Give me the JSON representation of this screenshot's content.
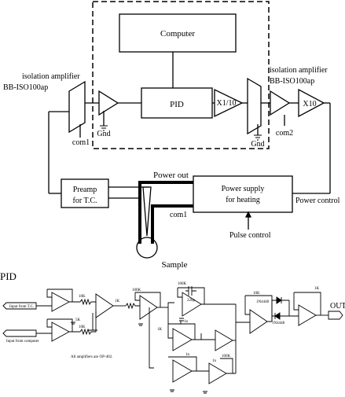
{
  "block_diagram": {
    "computer": "Computer",
    "pid": "PID",
    "x_one_tenth": "X1/10",
    "x_ten": "X10",
    "isolation_left": "isolation amplifier",
    "isolation_left_model": "BB-ISO100ap",
    "isolation_right": "isolation amplifier",
    "isolation_right_model": "BB-ISO100ap",
    "gnd_left": "Gnd",
    "gnd_right": "Gnd",
    "com1_left": "com1",
    "com2": "com2",
    "com1_bottom": "com1",
    "power_out": "Power out",
    "preamp_line1": "Preamp",
    "preamp_line2": "for T.C.",
    "psu_line1": "Power supply",
    "psu_line2": "for heating",
    "power_control": "Power control",
    "pulse_control": "Pulse control",
    "sample": "Sample"
  },
  "schematic": {
    "title": "PID",
    "input_tc": "Input from T.C.",
    "input_computer": "Input from computer",
    "all_amplifiers": "All amplifiers are OP-402.",
    "out": "OUT",
    "r_10k_a": "10K",
    "r_10k_b": "10K",
    "r_1k_a": "1K",
    "r_1k_b": "1K",
    "r_100k": "100K",
    "r_100k_b": "100K",
    "r_100k_c": "100K",
    "c_1n": "1n",
    "c_1n_b": "1n",
    "c_1n_c": "1n",
    "c_220p": "220p",
    "r_10k_c": "10K",
    "diode_a": "1N4448",
    "diode_b": "1N4448",
    "r_5k": "5K",
    "r_1k_c": "1K"
  }
}
